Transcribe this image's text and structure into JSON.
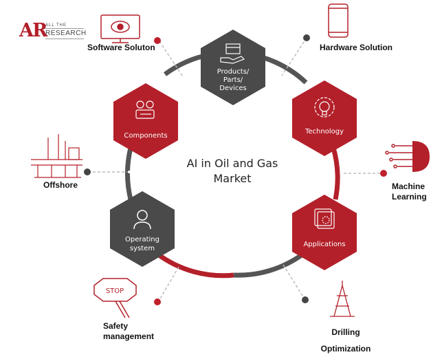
{
  "title_line1": "AI in Oil and Gas",
  "title_line2": "Market",
  "logo": {
    "mark": "AR",
    "small": "ALL THE",
    "big": "RESEARCH"
  },
  "colors": {
    "red": "#b3202a",
    "dark": "#4a4a4a",
    "ring_gray": "#555555",
    "dot_red": "#c0202c",
    "dot_gray": "#444444"
  },
  "nodes": [
    {
      "lines": [
        "Products/",
        "Parts/",
        "Devices"
      ],
      "color": "dark",
      "icon": "box-hand-icon"
    },
    {
      "lines": [
        "Technology"
      ],
      "color": "red",
      "icon": "gear-bulb-icon"
    },
    {
      "lines": [
        "Applications"
      ],
      "color": "red",
      "icon": "app-window-icon"
    },
    {
      "lines": [
        "Operating",
        "system"
      ],
      "color": "dark",
      "icon": "user-icon"
    },
    {
      "lines": [
        "Components"
      ],
      "color": "red",
      "icon": "components-icon"
    }
  ],
  "external": [
    {
      "label": "Software Soluton",
      "icon": "monitor-eye-icon",
      "dot": "red"
    },
    {
      "label": "Hardware Solution",
      "icon": "tablet-icon",
      "dot": "gray"
    },
    {
      "label": "Machine Learning",
      "icon": "ai-brain-icon",
      "dot": "red"
    },
    {
      "label": "Drilling Optimization",
      "icon": "drilling-rig-icon",
      "dot": "gray"
    },
    {
      "label": "Safety management",
      "icon": "stop-sign-icon",
      "dot": "red"
    },
    {
      "label": "Offshore",
      "icon": "offshore-platform-icon",
      "dot": "gray"
    }
  ]
}
